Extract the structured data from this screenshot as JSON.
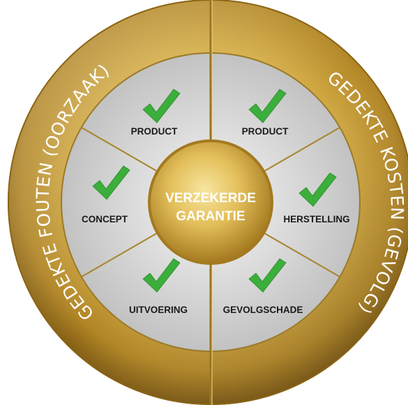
{
  "diagram": {
    "center": {
      "line1": "VERZEKERDE",
      "line2": "GARANTIE"
    },
    "ring_left": "GEDEKTE FOUTEN (OORZAAK)",
    "ring_right": "GEDEKTE KOSTEN (GEVOLG)",
    "segments": [
      {
        "label": "PRODUCT",
        "checked": true
      },
      {
        "label": "PRODUCT",
        "checked": true
      },
      {
        "label": "HERSTELLING",
        "checked": true
      },
      {
        "label": "GEVOLGSCHADE",
        "checked": true
      },
      {
        "label": "UITVOERING",
        "checked": true
      },
      {
        "label": "CONCEPT",
        "checked": true
      }
    ],
    "colors": {
      "gold_light": "#f4dc88",
      "gold_mid": "#cfa43a",
      "gold_dark": "#8a6414",
      "segment_fill": "#d2d2d2",
      "check": "#3bae3b"
    }
  }
}
